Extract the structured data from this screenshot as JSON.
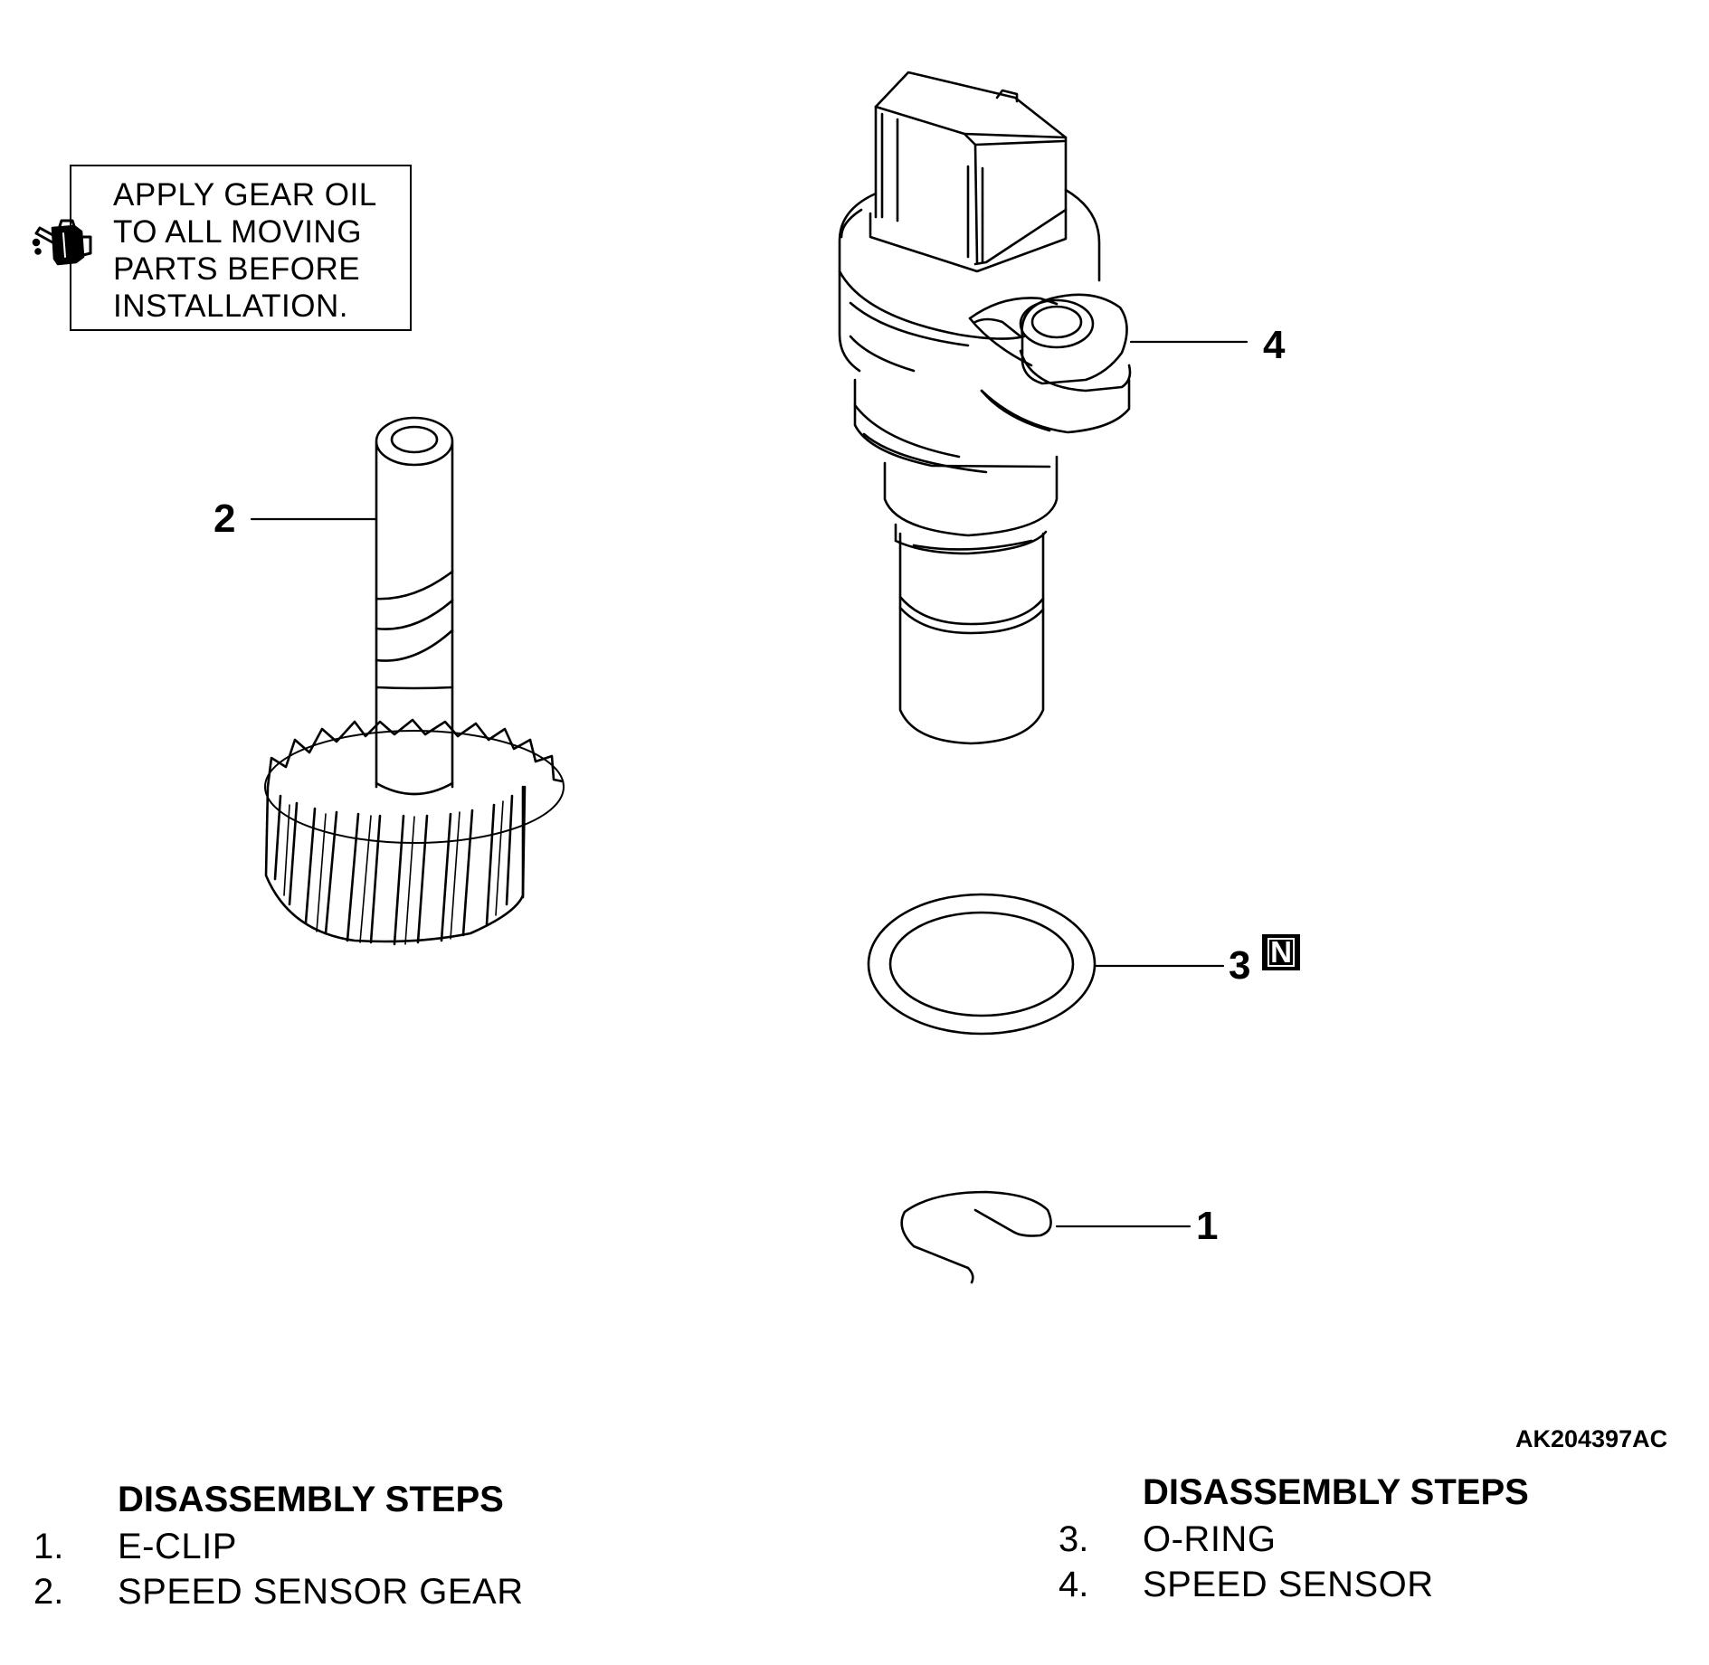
{
  "note": {
    "lines": [
      "APPLY GEAR OIL",
      "TO ALL MOVING",
      "PARTS BEFORE",
      "INSTALLATION."
    ],
    "icon": "oil-can-icon"
  },
  "callouts": {
    "e_clip": "1",
    "speed_sensor_gear": "2",
    "o_ring": "3",
    "speed_sensor": "4",
    "o_ring_badge": "N"
  },
  "figure_code": "AK204397AC",
  "steps_left": {
    "title": "DISASSEMBLY STEPS",
    "items": [
      {
        "num": "1.",
        "label": "E-CLIP"
      },
      {
        "num": "2.",
        "label": "SPEED SENSOR GEAR"
      }
    ]
  },
  "steps_right": {
    "title": "DISASSEMBLY STEPS",
    "items": [
      {
        "num": "3.",
        "label": "O-RING"
      },
      {
        "num": "4.",
        "label": "SPEED SENSOR"
      }
    ]
  }
}
